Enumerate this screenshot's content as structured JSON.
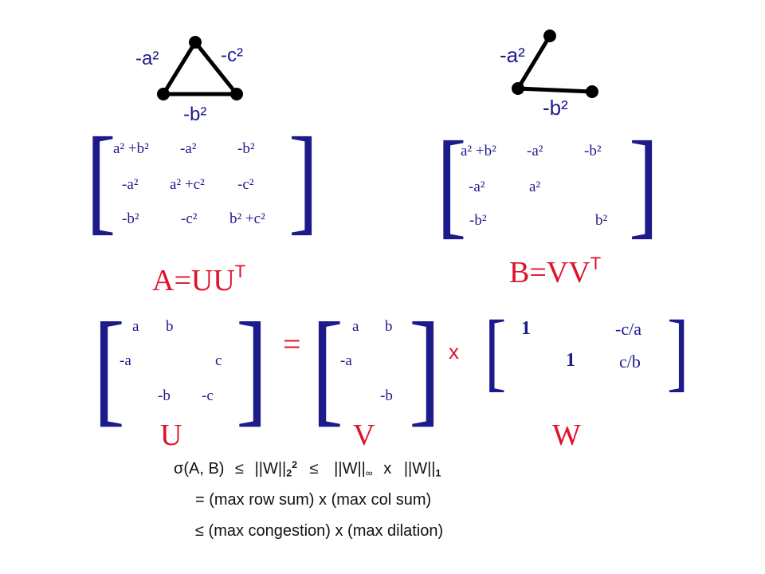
{
  "graphA": {
    "edge_ab": "-a²",
    "edge_bc": "-c²",
    "edge_ac": "-b²"
  },
  "graphB": {
    "edge_top": "-a²",
    "edge_bottom": "-b²"
  },
  "matrixA": {
    "r1": [
      "a² +b²",
      "-a²",
      "-b²"
    ],
    "r2": [
      "-a²",
      "a² +c²",
      "-c²"
    ],
    "r3": [
      "-b²",
      "-c²",
      "b² +c²"
    ]
  },
  "matrixB": {
    "r1": [
      "a² +b²",
      "-a²",
      "-b²"
    ],
    "r2": [
      "-a²",
      "a²"
    ],
    "r3": [
      "-b²",
      "b²"
    ]
  },
  "eqA": {
    "lhs": "A",
    "eq": "=",
    "rhs": "UU",
    "sup": "T"
  },
  "eqB": {
    "lhs": "B",
    "eq": "=",
    "rhs": "VV",
    "sup": "T"
  },
  "matrixU": {
    "r1": [
      "a",
      "b"
    ],
    "r2": [
      "-a",
      "c"
    ],
    "r3": [
      "-b",
      "-c"
    ],
    "label": "U"
  },
  "equals": "=",
  "matrixV": {
    "r1": [
      "a",
      "b"
    ],
    "r2": [
      "-a"
    ],
    "r3": [
      "-b"
    ],
    "label": "V"
  },
  "times": "x",
  "matrixW": {
    "r1": [
      "1",
      "-c/a"
    ],
    "r2": [
      "1",
      "c/b"
    ],
    "label": "W"
  },
  "bounds": {
    "line1_sigma": "σ(A, B)",
    "line1_le1": "≤",
    "line1_norm2": "||W||",
    "line1_norm2_sub": "2",
    "line1_norm2_sup": "2",
    "line1_le2": "≤",
    "line1_norminf": "||W||",
    "line1_norminf_sub": "∞",
    "line1_x": "x",
    "line1_norm1": "||W||",
    "line1_norm1_sub": "1",
    "line2": "= (max row sum) x (max col sum)",
    "line3_le": "≤",
    "line3": "(max congestion) x (max dilation)"
  }
}
